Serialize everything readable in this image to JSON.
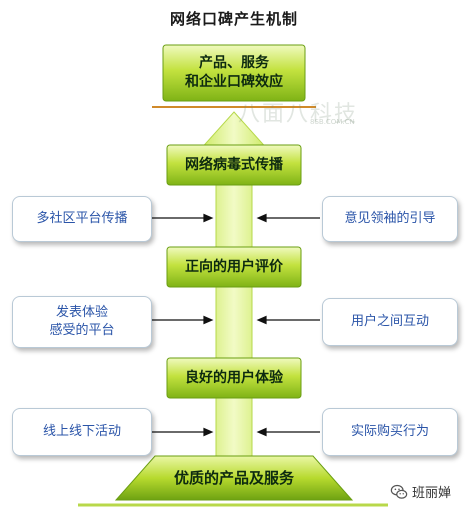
{
  "title": "网络口碑产生机制",
  "diagram": {
    "nodes": [
      {
        "id": "top",
        "label": "产品、服务\n和企业口碑效应"
      },
      {
        "id": "viral",
        "label": "网络病毒式传播"
      },
      {
        "id": "review",
        "label": "正向的用户评价"
      },
      {
        "id": "experience",
        "label": "良好的用户体验"
      },
      {
        "id": "base",
        "label": "优质的产品及服务"
      }
    ],
    "left_factors": [
      {
        "label": "多社区平台传播",
        "points_to": "viral"
      },
      {
        "label": "发表体验\n感受的平台",
        "points_to": "review"
      },
      {
        "label": "线上线下活动",
        "points_to": "experience"
      }
    ],
    "right_factors": [
      {
        "label": "意见领袖的引导",
        "points_to": "viral"
      },
      {
        "label": "用户之间互动",
        "points_to": "review"
      },
      {
        "label": "实际购买行为",
        "points_to": "experience"
      }
    ]
  },
  "watermark": "八面八科技",
  "watermark_sub": "8SB.COM.CN",
  "credit": {
    "text": "班丽婵",
    "icon": "wechat-icon"
  },
  "colors": {
    "green_light": "#e4f48a",
    "green_mid": "#a9cf22",
    "green_dark": "#5f9a0f",
    "side_text": "#2a54a8"
  }
}
